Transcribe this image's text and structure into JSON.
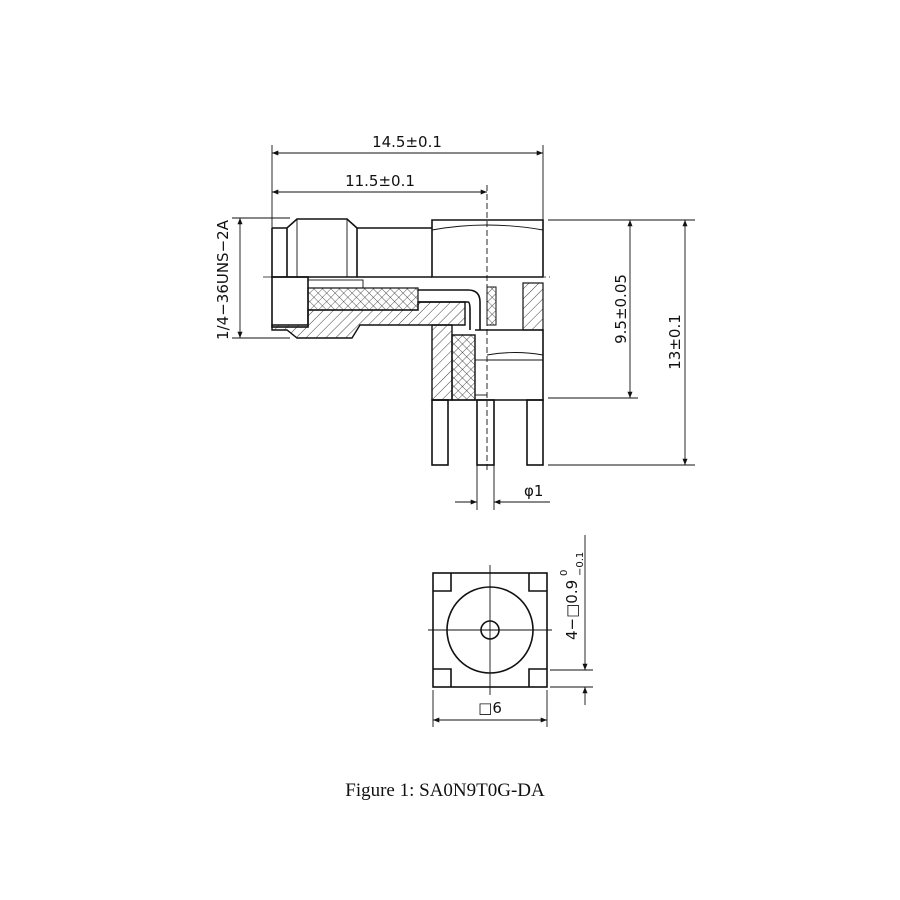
{
  "drawing": {
    "side_view": {
      "overall_length": "14.5±0.1",
      "pin_offset": "11.5±0.1",
      "thread": "1/4−36UNS−2A",
      "center_height": "9.5±0.05",
      "overall_height": "13±0.1",
      "pin_diameter": "φ1"
    },
    "bottom_view": {
      "body_square": "□6",
      "pad_main": "4−□0.9",
      "pad_tol_upper": "0",
      "pad_tol_lower": "−0.1"
    }
  },
  "caption": "Figure 1: SA0N9T0G-DA"
}
